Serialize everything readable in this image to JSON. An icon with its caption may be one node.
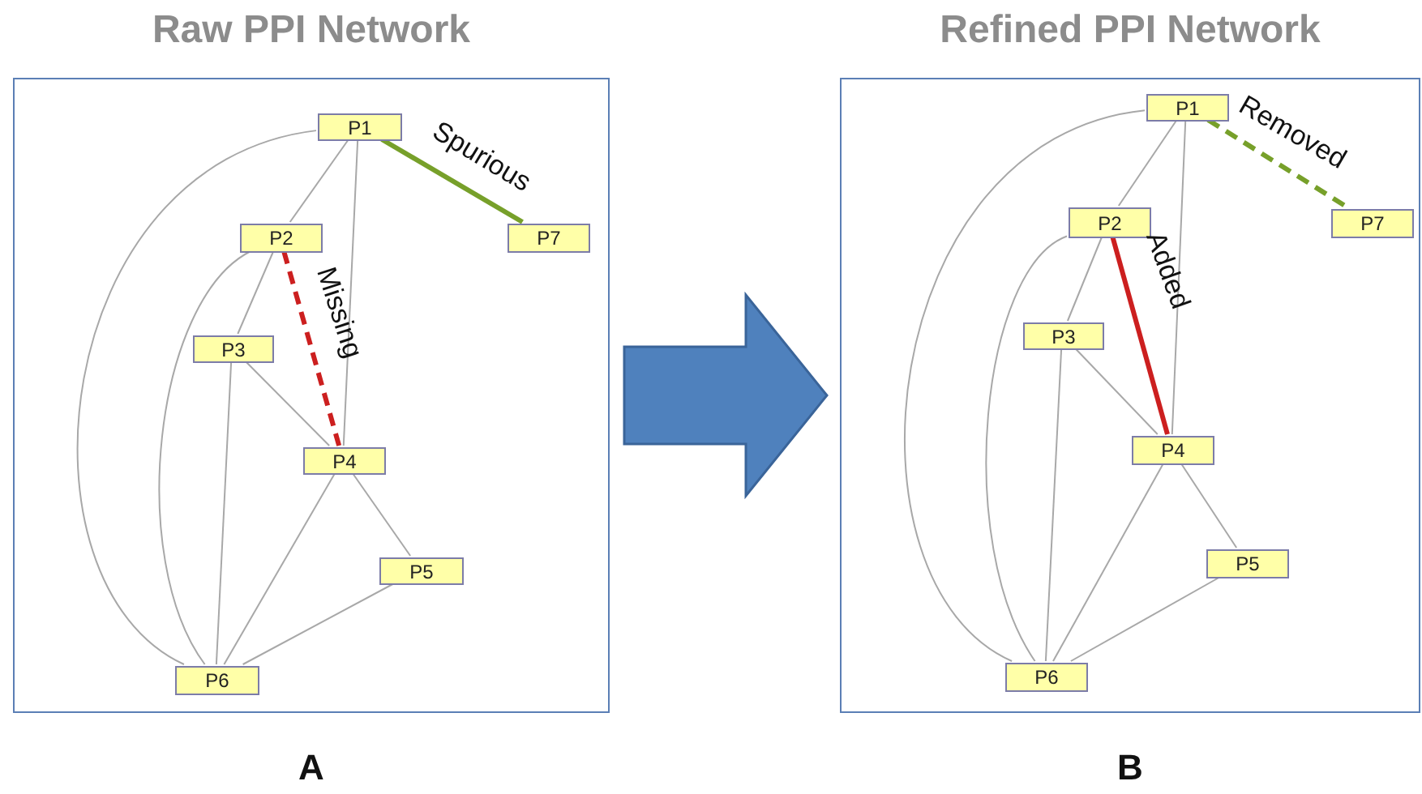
{
  "diagram": {
    "nodes": [
      {
        "text": [
          "Raw PPI Network"
        ],
        "beside": [
          "A"
        ]
      },
      {
        "text": [
          "P1"
        ],
        "in": 0
      },
      {
        "text": [
          "P2"
        ],
        "in": 0
      },
      {
        "text": [
          "P3"
        ],
        "in": 0
      },
      {
        "text": [
          "P4"
        ],
        "in": 0
      },
      {
        "text": [
          "P5"
        ],
        "in": 0
      },
      {
        "text": [
          "P6"
        ],
        "in": 0
      },
      {
        "text": [
          "P7"
        ],
        "in": 0
      },
      {
        "text": [
          "Refined PPI Network"
        ],
        "beside": [
          "B"
        ]
      },
      {
        "text": [
          "P1"
        ],
        "in": 8
      },
      {
        "text": [
          "P2"
        ],
        "in": 8
      },
      {
        "text": [
          "P3"
        ],
        "in": 8
      },
      {
        "text": [
          "P4"
        ],
        "in": 8
      },
      {
        "text": [
          "P5"
        ],
        "in": 8
      },
      {
        "text": [
          "P6"
        ],
        "in": 8
      },
      {
        "text": [
          "P7"
        ],
        "in": 8
      }
    ],
    "edges": [
      {
        "from": 1,
        "to": 2,
        "arrow": "none"
      },
      {
        "from": 1,
        "to": 4,
        "arrow": "none"
      },
      {
        "from": 1,
        "to": 6,
        "arrow": "none"
      },
      {
        "from": 1,
        "to": 7,
        "arrow": "none",
        "label": "Spurious",
        "style": "thick",
        "color": "#77a02a"
      },
      {
        "from": 2,
        "to": 3,
        "arrow": "none"
      },
      {
        "from": 2,
        "to": 4,
        "arrow": "none",
        "label": "Missing",
        "style": "dashed",
        "color": "#cc1f1f"
      },
      {
        "from": 2,
        "to": 6,
        "arrow": "none"
      },
      {
        "from": 3,
        "to": 4,
        "arrow": "none"
      },
      {
        "from": 3,
        "to": 6,
        "arrow": "none"
      },
      {
        "from": 4,
        "to": 5,
        "arrow": "none"
      },
      {
        "from": 4,
        "to": 6,
        "arrow": "none"
      },
      {
        "from": 5,
        "to": 6,
        "arrow": "none"
      },
      {
        "from": 9,
        "to": 10,
        "arrow": "none"
      },
      {
        "from": 9,
        "to": 12,
        "arrow": "none"
      },
      {
        "from": 9,
        "to": 14,
        "arrow": "none"
      },
      {
        "from": 9,
        "to": 15,
        "arrow": "none",
        "label": "Removed",
        "style": "dashed",
        "color": "#77a02a"
      },
      {
        "from": 10,
        "to": 11,
        "arrow": "none"
      },
      {
        "from": 10,
        "to": 12,
        "arrow": "none",
        "label": "Added",
        "style": "thick",
        "color": "#cc1f1f"
      },
      {
        "from": 10,
        "to": 14,
        "arrow": "none"
      },
      {
        "from": 11,
        "to": 12,
        "arrow": "none"
      },
      {
        "from": 11,
        "to": 14,
        "arrow": "none"
      },
      {
        "from": 12,
        "to": 13,
        "arrow": "none"
      },
      {
        "from": 12,
        "to": 14,
        "arrow": "none"
      },
      {
        "from": 13,
        "to": 14,
        "arrow": "none"
      },
      {
        "from": 0,
        "to": 8,
        "arrow": "to",
        "style": "thick",
        "color": "#4f81bd"
      }
    ]
  }
}
